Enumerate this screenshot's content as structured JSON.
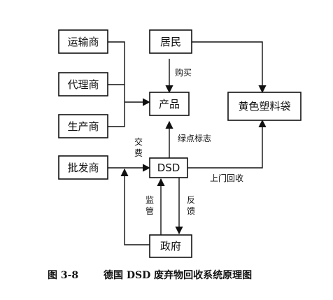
{
  "nodes": {
    "transporter": "运输商",
    "agent": "代理商",
    "producer": "生产商",
    "wholesaler": "批发商",
    "residents": "居民",
    "product": "产品",
    "yellow_bag": "黄色塑料袋",
    "dsd": "DSD",
    "government": "政府"
  },
  "edges": {
    "purchase": "购买",
    "green_mark": "绿点标志",
    "fee_char1": "交",
    "fee_char2": "费",
    "door_collection": "上门回收",
    "supervise_char1": "监",
    "supervise_char2": "管",
    "feedback_char1": "反",
    "feedback_char2": "馈"
  },
  "caption": {
    "number": "图 3-8",
    "title": "德国 DSD 废弃物回收系统原理图"
  }
}
